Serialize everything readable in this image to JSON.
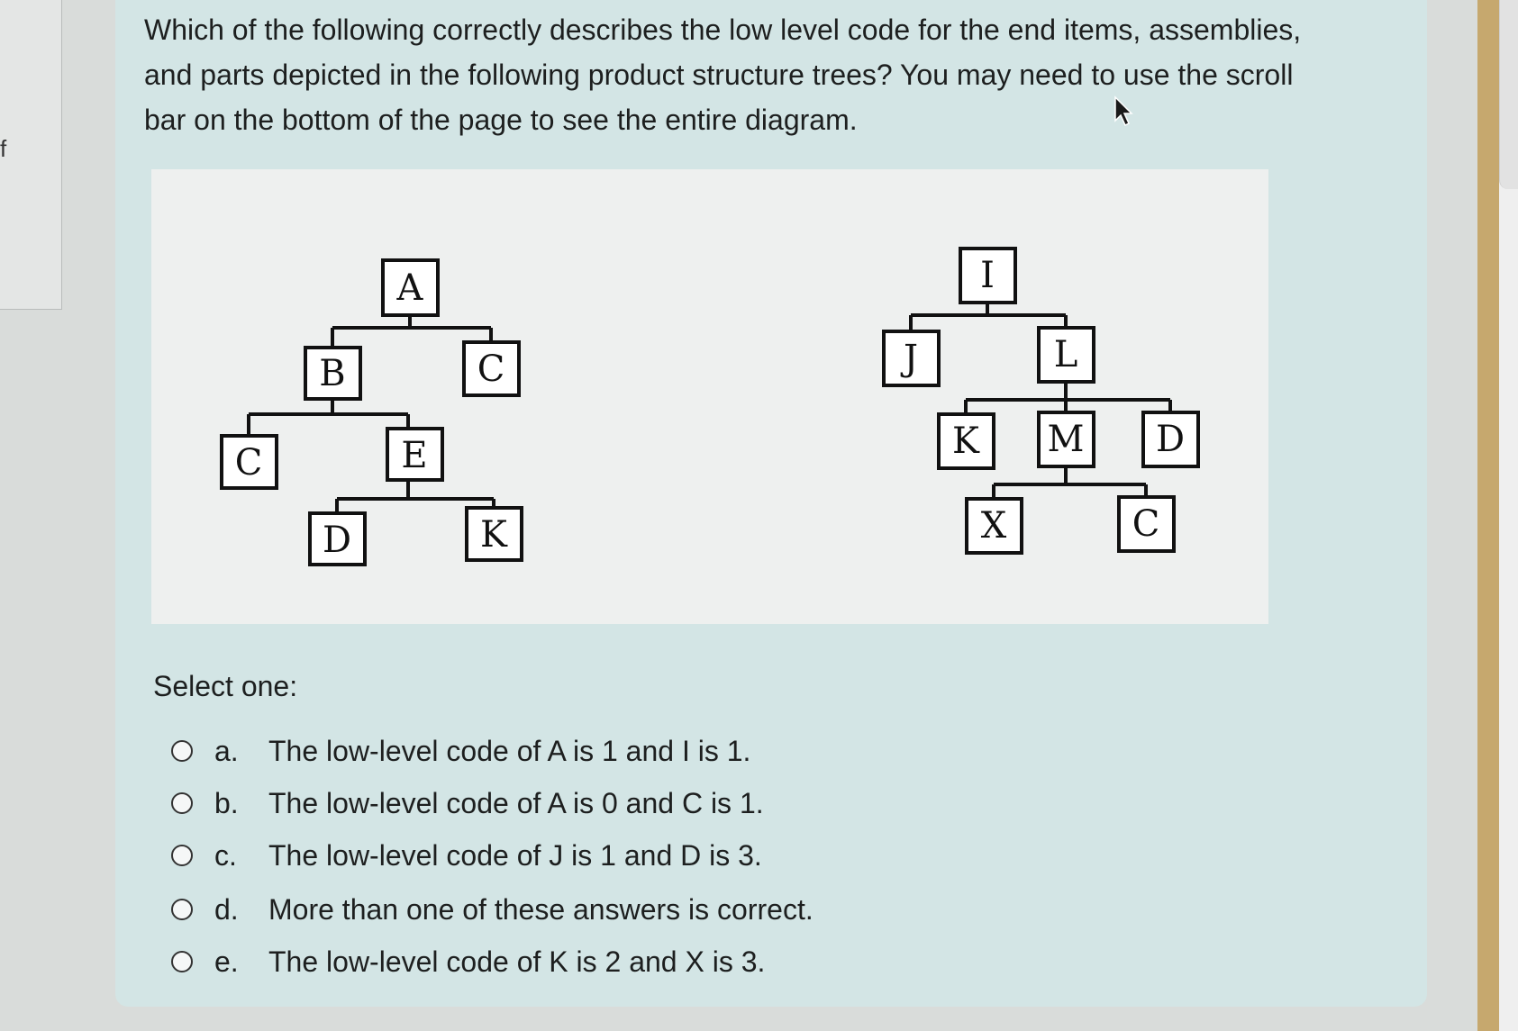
{
  "left_fragment": "f",
  "question": {
    "lines": [
      "Which of the following correctly describes the low level code for the end items, assemblies,",
      "and parts depicted in the following product structure trees? You may need to use the scroll",
      "bar on the bottom of the page to see the entire diagram."
    ]
  },
  "diagram": {
    "tree1": {
      "nodes": [
        "A",
        "B",
        "C",
        "C",
        "E",
        "D",
        "K"
      ]
    },
    "tree2": {
      "nodes": [
        "I",
        "J",
        "L",
        "K",
        "M",
        "D",
        "X",
        "C"
      ]
    }
  },
  "select_label": "Select one:",
  "options": [
    {
      "letter": "a.",
      "text": "The low-level code of A is 1 and I is 1."
    },
    {
      "letter": "b.",
      "text": "The low-level code of A is 0 and C is 1."
    },
    {
      "letter": "c.",
      "text": "The low-level code of J is 1 and D is 3."
    },
    {
      "letter": "d.",
      "text": "More than one of these answers is correct."
    },
    {
      "letter": "e.",
      "text": "The low-level code of K is 2 and X is 3."
    }
  ],
  "icons": {
    "cursor": "mouse-pointer-icon",
    "radio": "radio-unchecked-icon"
  },
  "colors": {
    "card": "#d3e5e5",
    "diagram_bg": "#eef0ef",
    "accent_bar": "#c6a86e"
  }
}
